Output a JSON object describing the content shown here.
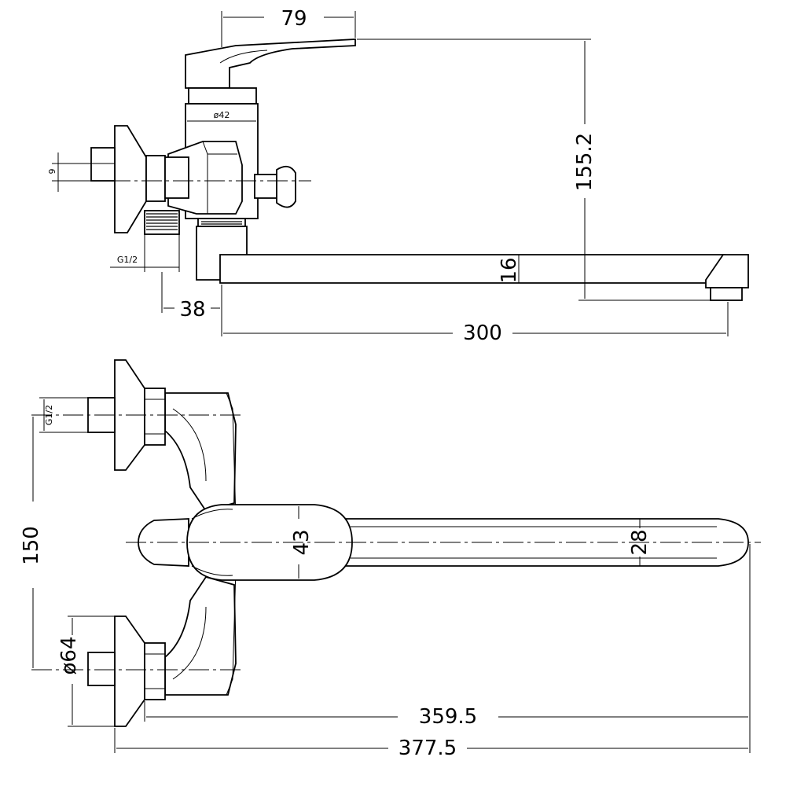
{
  "dimensions": {
    "top_view": {
      "handle_width": "79",
      "body_diameter": "ø42",
      "height": "155.2",
      "spout_thickness": "16",
      "connector_offset": "38",
      "spout_reach": "300",
      "pipe_dim": "9",
      "thread_size": "G1/2"
    },
    "bottom_view": {
      "thread_size": "G1/2",
      "center_distance": "150",
      "flange_diameter": "ø64",
      "body_width": "43",
      "spout_width": "28",
      "reach_from_flange": "359.5",
      "overall_length": "377.5"
    }
  }
}
